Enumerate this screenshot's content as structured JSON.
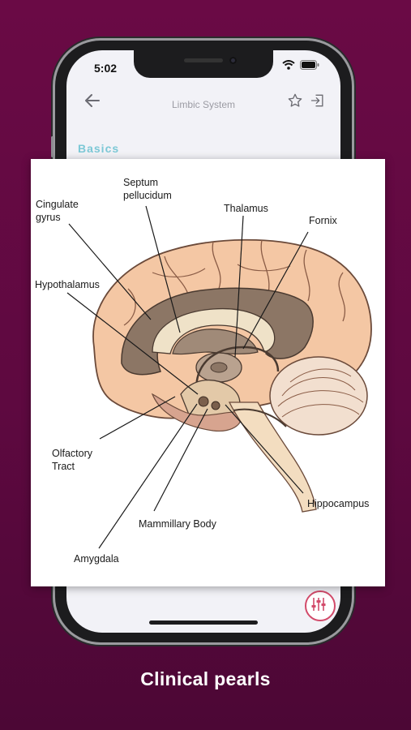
{
  "status_bar": {
    "time": "5:02"
  },
  "nav": {
    "title": "Limbic System"
  },
  "section": {
    "label": "Basics"
  },
  "figure": {
    "labels": {
      "septum": "Septum\npellucidum",
      "cingulate": "Cingulate\ngyrus",
      "thalamus": "Thalamus",
      "fornix": "Fornix",
      "hypothalamus": "Hypothalamus",
      "olfactory": "Olfactory\nTract",
      "hippocampus": "Hippocampus",
      "mammillary": "Mammillary Body",
      "amygdala": "Amygdala"
    }
  },
  "caption": "Clinical pearls",
  "icons": {
    "back": "arrow-left-icon",
    "star": "star-icon",
    "exit": "exit-icon",
    "fab": "equalizer-icon"
  },
  "colors": {
    "background": "#6a0a45",
    "section_label": "#7cc8d6",
    "fab_border": "#d24a6a"
  }
}
